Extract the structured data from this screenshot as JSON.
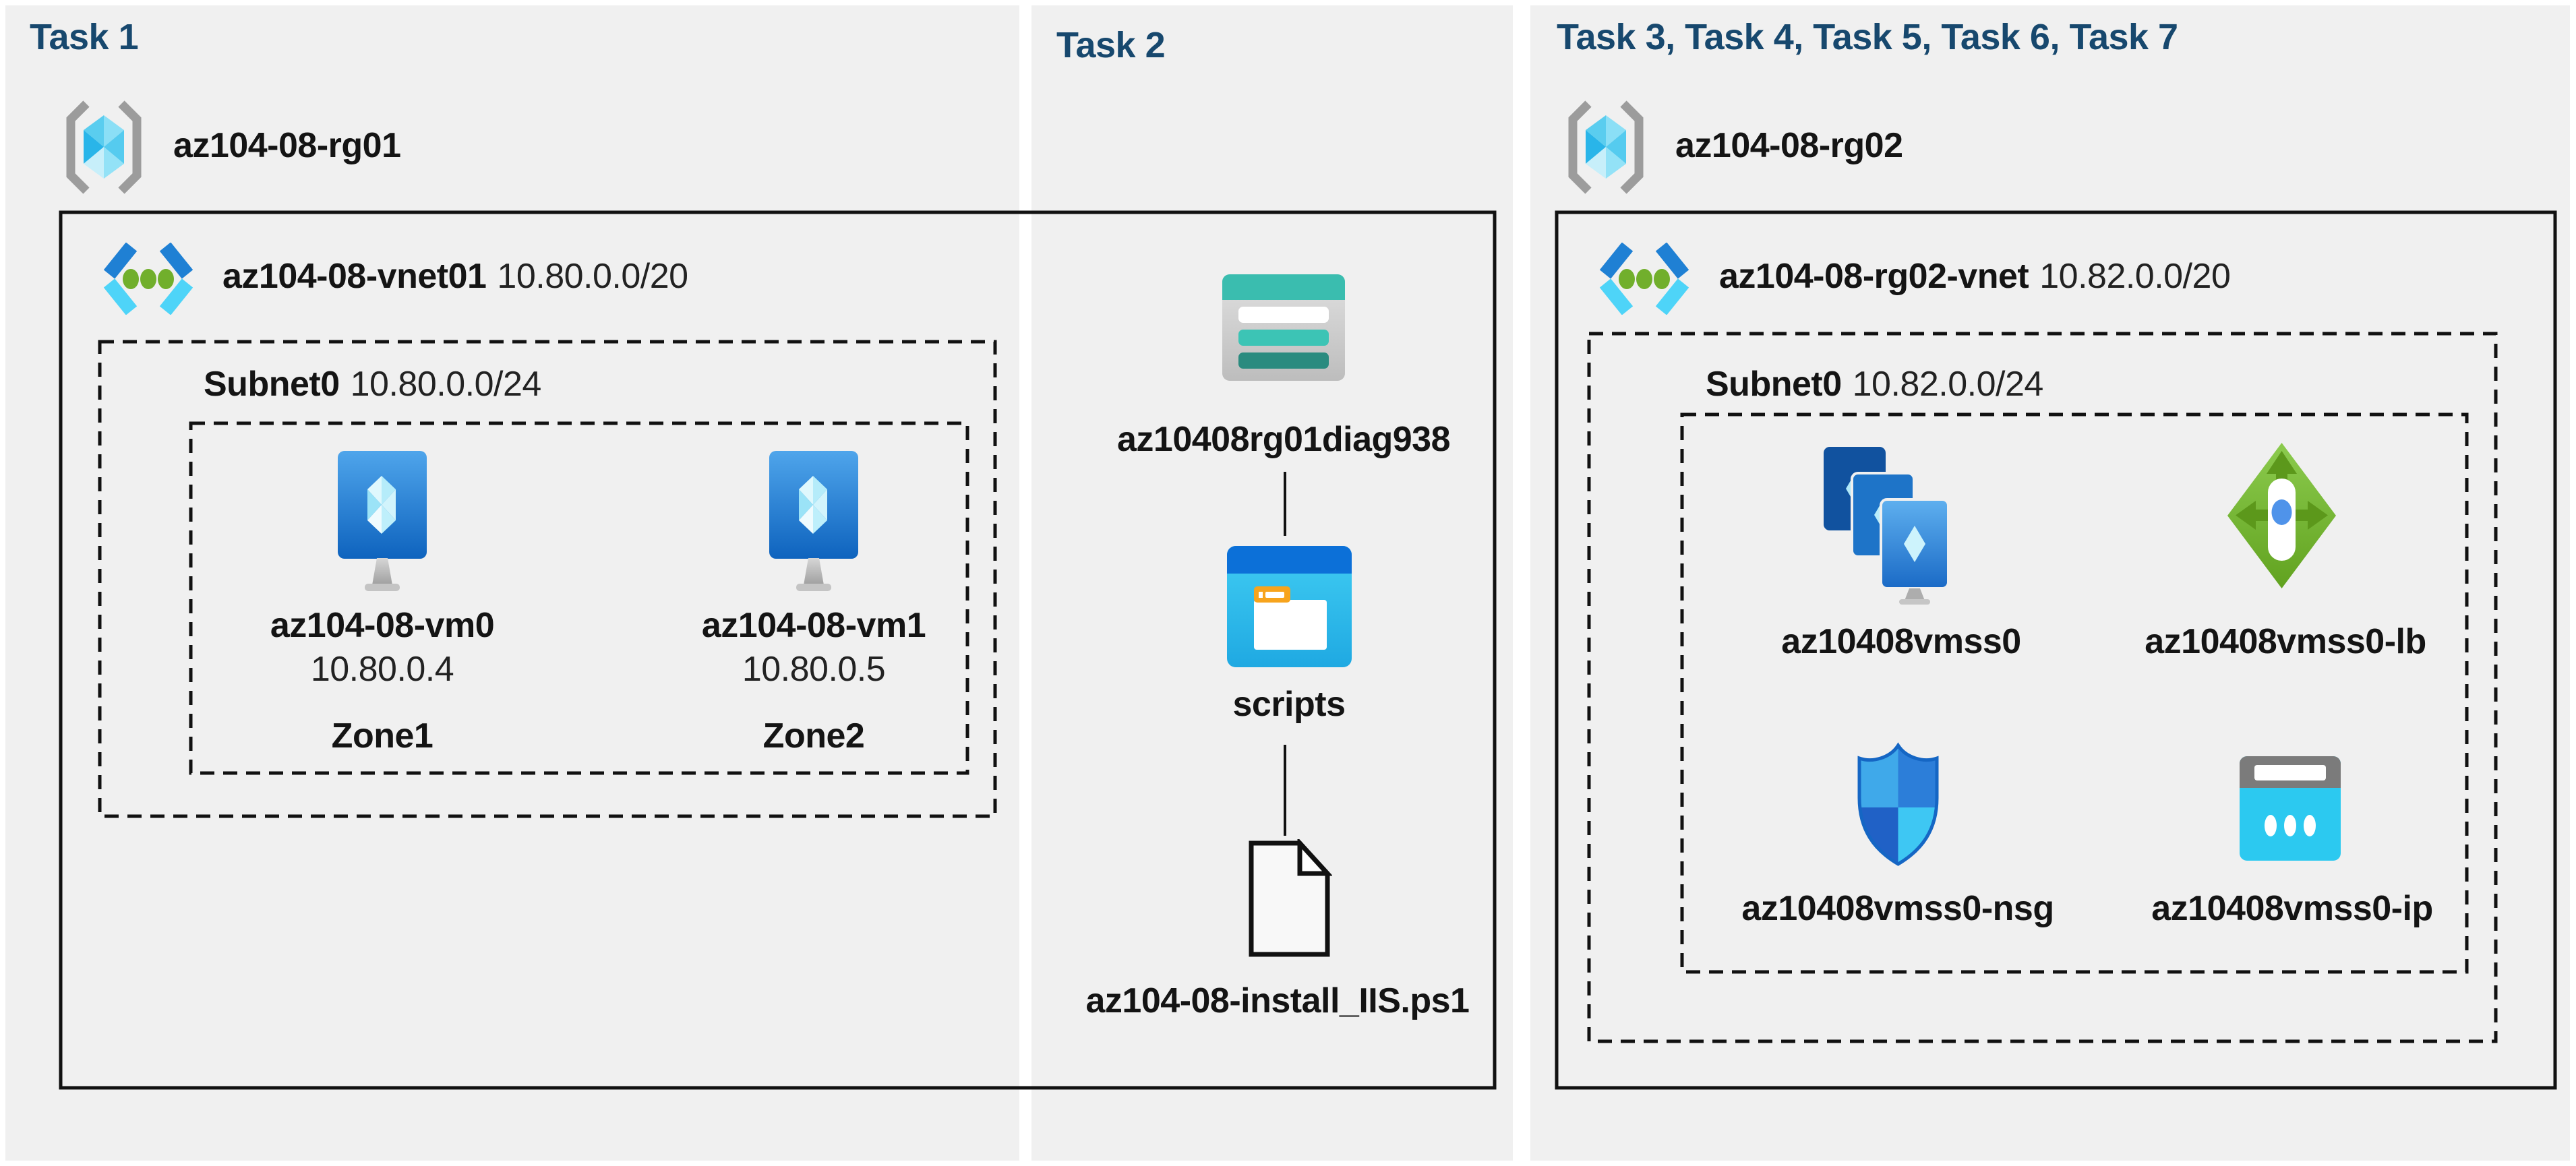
{
  "panels": [
    {
      "header": "Task 1",
      "resource_group": {
        "name": "az104-08-rg01"
      },
      "vnet": {
        "name": "az104-08-vnet01",
        "cidr": "10.80.0.0/20"
      },
      "subnet": {
        "name": "Subnet0",
        "cidr": "10.80.0.0/24"
      },
      "vms": [
        {
          "name": "az104-08-vm0",
          "ip": "10.80.0.4",
          "zone": "Zone1"
        },
        {
          "name": "az104-08-vm1",
          "ip": "10.80.0.5",
          "zone": "Zone2"
        }
      ]
    },
    {
      "header": "Task 2",
      "storage_account": {
        "name": "az10408rg01diag938"
      },
      "container": {
        "name": "scripts"
      },
      "file": {
        "name": "az104-08-install_IIS.ps1"
      }
    },
    {
      "header": "Task 3, Task 4, Task 5, Task 6, Task 7",
      "resource_group": {
        "name": "az104-08-rg02"
      },
      "vnet": {
        "name": "az104-08-rg02-vnet",
        "cidr": "10.82.0.0/20"
      },
      "subnet": {
        "name": "Subnet0",
        "cidr": "10.82.0.0/24"
      },
      "resources": [
        {
          "name": "az10408vmss0",
          "type": "vm-scale-set"
        },
        {
          "name": "az10408vmss0-lb",
          "type": "load-balancer"
        },
        {
          "name": "az10408vmss0-nsg",
          "type": "network-security-group"
        },
        {
          "name": "az10408vmss0-ip",
          "type": "public-ip"
        }
      ]
    }
  ],
  "colors": {
    "header_navy": "#17486E",
    "panel_gray": "#F0F0F0",
    "line_black": "#111111",
    "azure_blue": "#1F80D4",
    "azure_cyan": "#4ED4F8",
    "storage_teal": "#3ABDAF",
    "folder_orange": "#F7A41D",
    "lb_green": "#76BB35",
    "dot_green": "#71AF2C"
  }
}
